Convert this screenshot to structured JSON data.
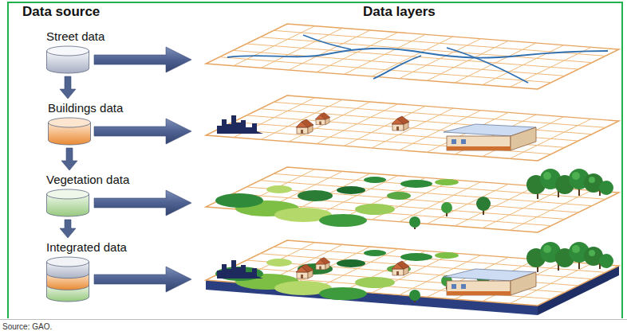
{
  "diagram": {
    "caption": "Source: GAO.",
    "nodes": [
      {
        "text": [
          "Street data"
        ]
      },
      {
        "text": [
          "Buildings data"
        ]
      },
      {
        "text": [
          "Vegetation data"
        ]
      },
      {
        "text": [
          "Integrated data"
        ]
      }
    ],
    "edges": [
      {
        "from": 0,
        "to": 1,
        "arrow": "to"
      },
      {
        "from": 1,
        "to": 2,
        "arrow": "to"
      },
      {
        "from": 2,
        "to": 3,
        "arrow": "to"
      }
    ],
    "labels": [
      "Data source",
      "Data layers"
    ]
  }
}
